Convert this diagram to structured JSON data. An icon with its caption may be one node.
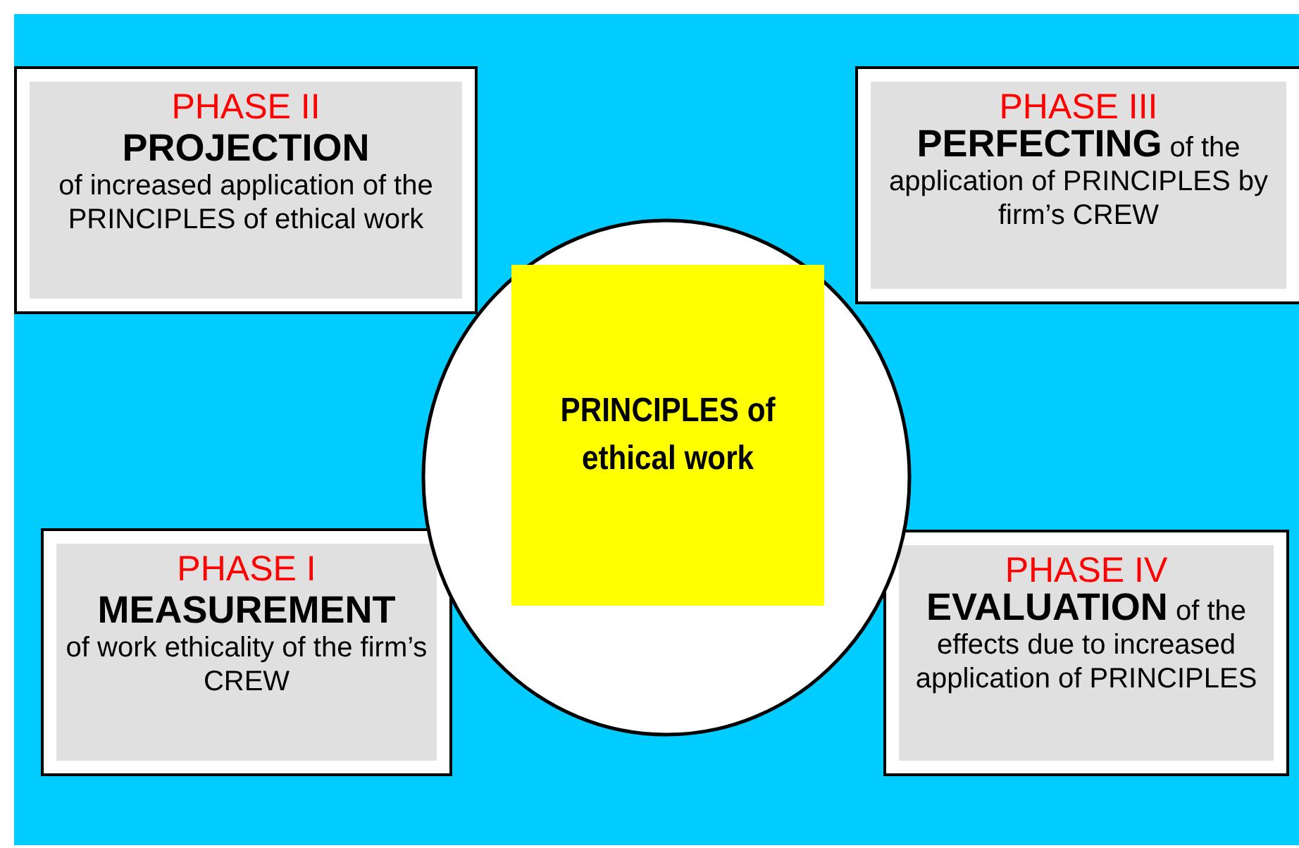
{
  "diagram": {
    "nodes": [
      {
        "text": [
          "PHASE II",
          "PROJECTION",
          "of increased application of the PRINCIPLES of ethical work"
        ]
      },
      {
        "text": [
          "PHASE III",
          "**PERFECTING** of the application of PRINCIPLES by firm’s CREW"
        ]
      },
      {
        "text": [],
        "shape": "circle"
      },
      {
        "text": [
          "PRINCIPLES of ethical work"
        ],
        "in": 2
      },
      {
        "text": [
          "PHASE I",
          "MEASUREMENT",
          "of work ethicality of the firm’s CREW"
        ]
      },
      {
        "text": [
          "PHASE IV",
          "**EVALUATION** of the effects due to increased application of PRINCIPLES"
        ]
      }
    ]
  }
}
